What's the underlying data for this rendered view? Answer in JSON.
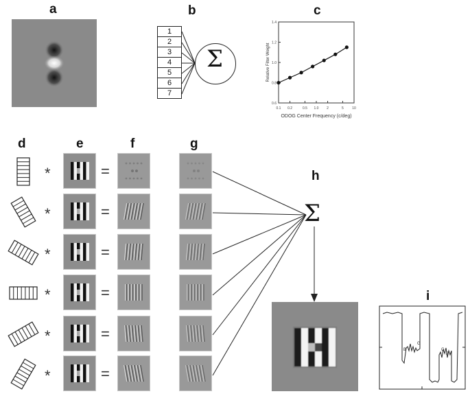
{
  "labels": {
    "a": "a",
    "b": "b",
    "c": "c",
    "d": "d",
    "e": "e",
    "f": "f",
    "g": "g",
    "h": "h",
    "i": "i"
  },
  "panel_b": {
    "boxes": [
      "1",
      "2",
      "3",
      "4",
      "5",
      "6",
      "7"
    ],
    "sum_symbol": "Σ"
  },
  "operators": {
    "convolve": "*",
    "equals": "=",
    "sum": "Σ"
  },
  "chart_data": {
    "type": "line",
    "x": [
      0.1,
      0.2,
      0.4,
      0.8,
      1.6,
      3.2,
      6.4
    ],
    "y": [
      0.8,
      0.85,
      0.9,
      0.96,
      1.02,
      1.08,
      1.15
    ],
    "xlabel": "ODOG Center Frequency (c/deg)",
    "ylabel": "Relative Filter Weight",
    "xscale": "log",
    "xlim": [
      0.1,
      10
    ],
    "ylim": [
      0.6,
      1.4
    ],
    "xticks": [
      "0.1",
      "0.2",
      "0.5",
      "1.0",
      "2",
      "5",
      "10"
    ],
    "yticks": [
      "0.6",
      "0.8",
      "1.0",
      "1.2",
      "1.4"
    ],
    "grid": false,
    "marker": "circle"
  },
  "orientations": [
    0,
    30,
    60,
    90,
    120,
    150
  ]
}
